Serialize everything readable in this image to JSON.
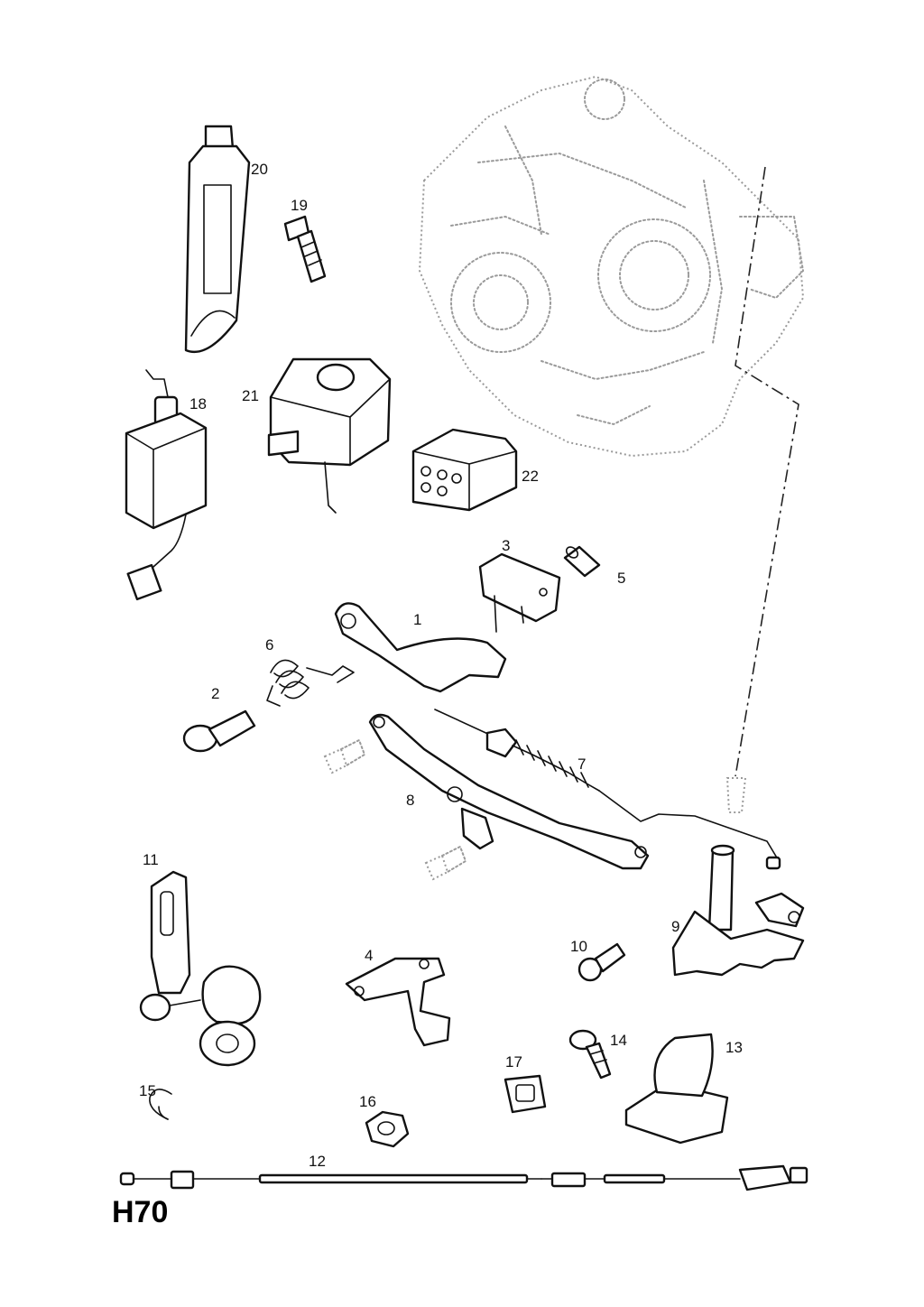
{
  "sheet_code": "H70",
  "callouts": [
    "1",
    "2",
    "3",
    "4",
    "5",
    "6",
    "7",
    "8",
    "9",
    "10",
    "11",
    "12",
    "13",
    "14",
    "15",
    "16",
    "17",
    "18",
    "19",
    "20",
    "21",
    "22"
  ]
}
